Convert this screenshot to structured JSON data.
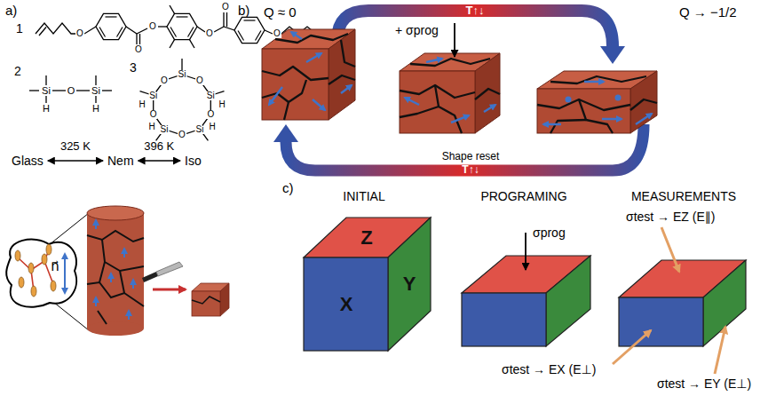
{
  "diagram": {
    "nodes": [
      {
        "text": [
          "Glass"
        ]
      },
      {
        "text": [
          "Nem"
        ]
      },
      {
        "text": [
          "Iso"
        ]
      }
    ],
    "edges": [
      {
        "from": 0,
        "to": 1,
        "arrow": "both",
        "label": "325 K"
      },
      {
        "from": 1,
        "to": 2,
        "arrow": "both",
        "label": "396 K"
      }
    ],
    "labels": [
      "a)",
      "1",
      "O",
      "O",
      "O",
      "O",
      "O",
      "O",
      "2",
      "Si",
      "O",
      "Si",
      "H",
      "H",
      "3",
      "Si",
      "O",
      "Si",
      "O",
      "Si",
      "O",
      "Si",
      "O",
      "Si",
      "O",
      "H",
      "H",
      "H",
      "H",
      "b)",
      "Q ≈ 0",
      "T↑↓",
      "+ σprog",
      "Q → −1/2",
      "Shape reset",
      "T↑↓",
      "n⃗",
      "c)",
      "INITIAL",
      "PROGRAMING",
      "MEASUREMENTS",
      "σtest → EZ (E∥)",
      "Z",
      "X",
      "Y",
      "σprog",
      "σtest → EX (E⊥)",
      "σtest → EY (E⊥)"
    ]
  }
}
